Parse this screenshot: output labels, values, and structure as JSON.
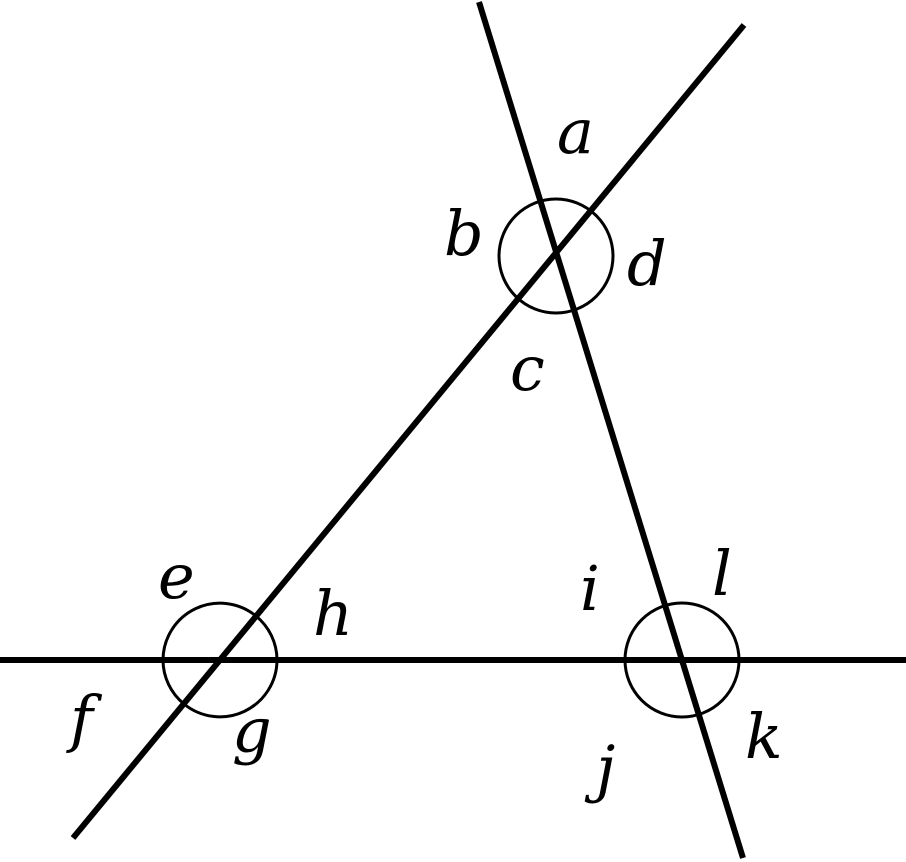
{
  "diagram": {
    "lines": [
      {
        "name": "transversal-line-left"
      },
      {
        "name": "transversal-line-right"
      },
      {
        "name": "horizontal-line"
      }
    ],
    "angle_labels": {
      "a": "a",
      "b": "b",
      "c": "c",
      "d": "d",
      "e": "e",
      "f": "f",
      "g": "g",
      "h": "h",
      "i": "i",
      "j": "j",
      "k": "k",
      "l": "l"
    },
    "colors": {
      "stroke": "#000000",
      "background": "#ffffff"
    }
  }
}
